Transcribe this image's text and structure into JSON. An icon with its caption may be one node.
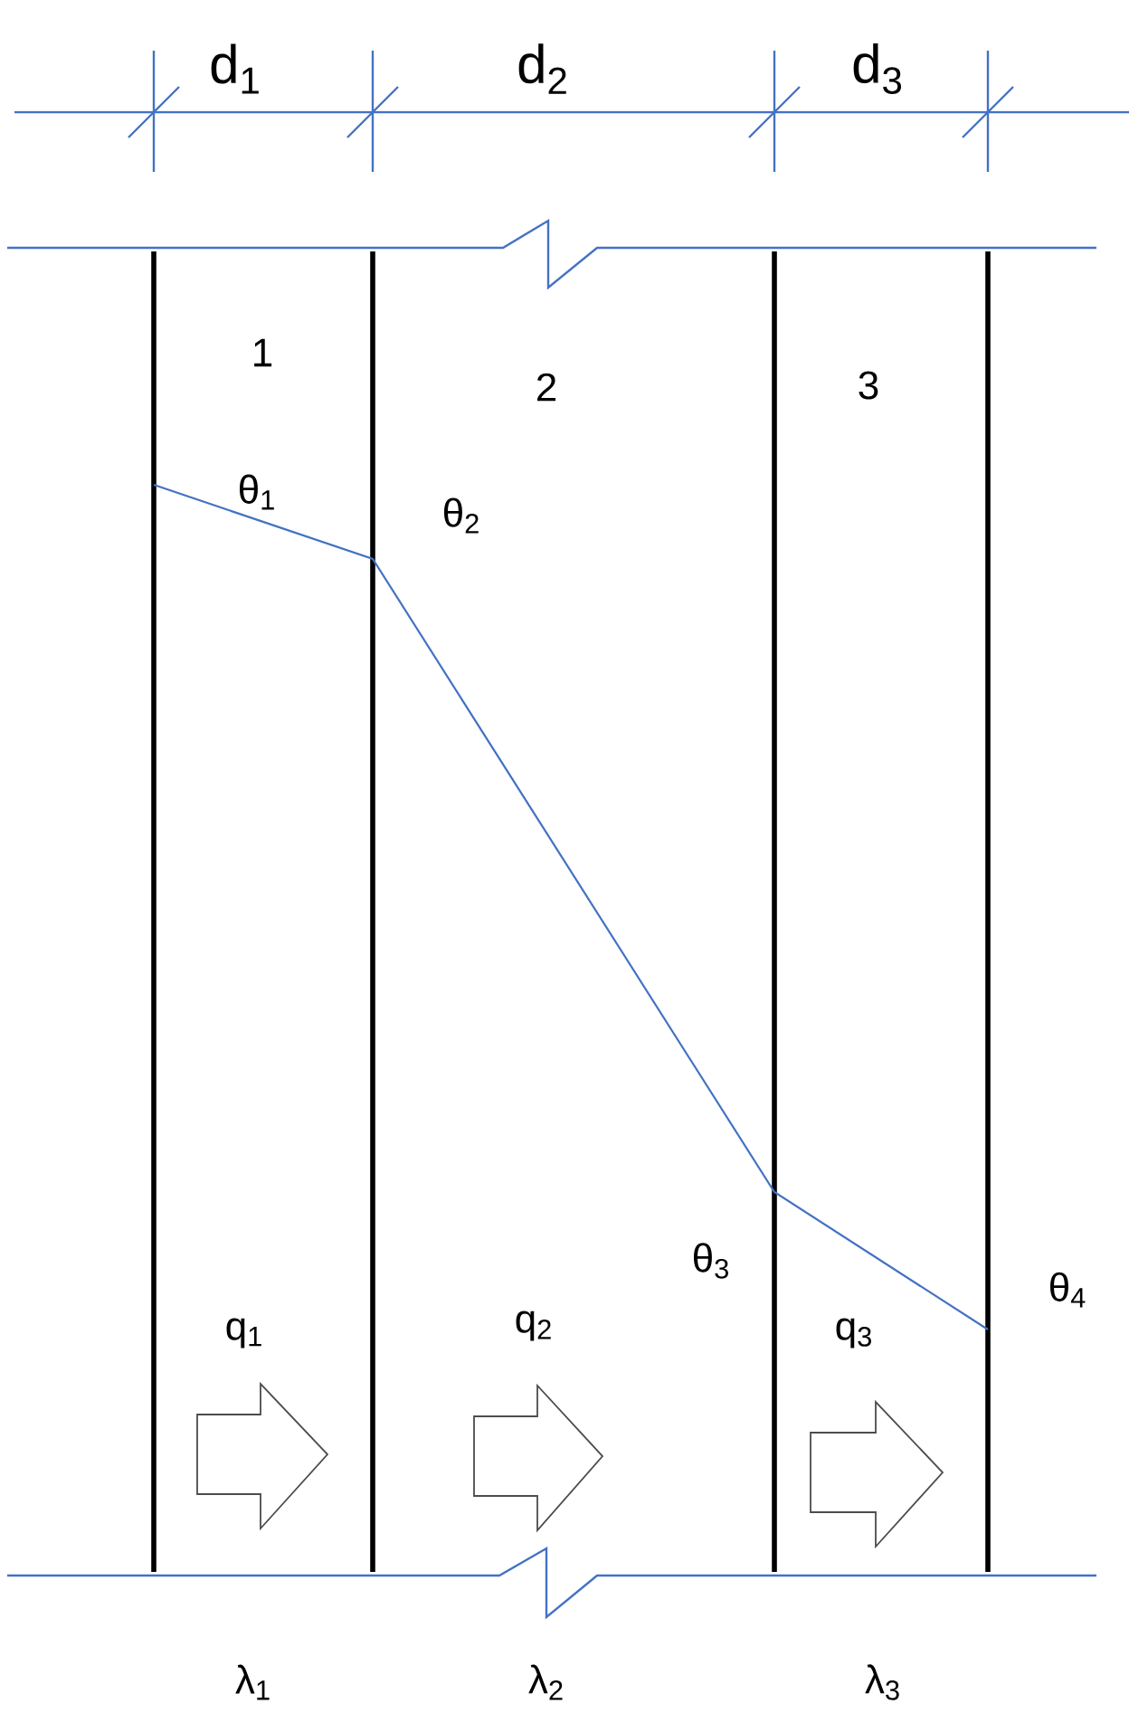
{
  "diagram": {
    "labels": [
      "d$_{1}$",
      "d$_{2}$",
      "d$_{3}$",
      "1",
      "2",
      "3",
      "θ$_{1}$",
      "θ$_{2}$",
      "θ$_{3}$",
      "θ$_{4}$",
      "q$_{1}$",
      "q$_{2}$",
      "q$_{3}$",
      "λ$_{1}$",
      "λ$_{2}$",
      "λ$_{3}$"
    ]
  }
}
